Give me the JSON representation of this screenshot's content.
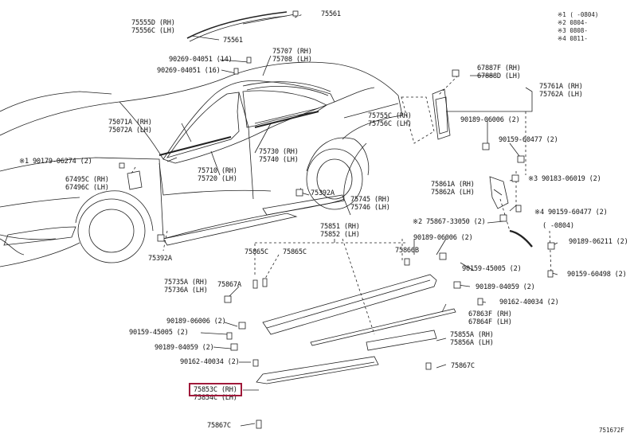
{
  "notes": [
    "※1 (      -0804)",
    "※2 0804-",
    "※3 0808-",
    "※4 0811-"
  ],
  "labels": [
    {
      "id": "75555D",
      "l1": "75555D (RH)",
      "l2": "75556C (LH)"
    },
    {
      "id": "75561a",
      "l1": "75561"
    },
    {
      "id": "75561b",
      "l1": "75561"
    },
    {
      "id": "90269a",
      "l1": "90269-04051 (14)"
    },
    {
      "id": "90269b",
      "l1": "90269-04051 (16)"
    },
    {
      "id": "75707",
      "l1": "75707 (RH)",
      "l2": "75708 (LH)"
    },
    {
      "id": "67887",
      "l1": "67887F (RH)",
      "l2": "67888D (LH)"
    },
    {
      "id": "75761",
      "l1": "75761A (RH)",
      "l2": "75762A (LH)"
    },
    {
      "id": "75755",
      "l1": "75755C (RH)",
      "l2": "75756C (LH)"
    },
    {
      "id": "90189_6006a",
      "l1": "90189-06006 (2)"
    },
    {
      "id": "90159_60477a",
      "l1": "90159-60477 (2)"
    },
    {
      "id": "75071",
      "l1": "75071A (RH)",
      "l2": "75072A (LH)"
    },
    {
      "id": "75730",
      "l1": "75730 (RH)",
      "l2": "75740 (LH)"
    },
    {
      "id": "90179",
      "l1": "※1 90179-06274 (2)"
    },
    {
      "id": "75710",
      "l1": "75710 (RH)",
      "l2": "75720 (LH)"
    },
    {
      "id": "90183",
      "l1": "※3 90183-06019 (2)"
    },
    {
      "id": "67495",
      "l1": "67495C (RH)",
      "l2": "67496C (LH)"
    },
    {
      "id": "75392a",
      "l1": "75392A"
    },
    {
      "id": "75861",
      "l1": "75861A (RH)",
      "l2": "75862A (LH)"
    },
    {
      "id": "75745",
      "l1": "75745 (RH)",
      "l2": "75746 (LH)"
    },
    {
      "id": "90159_60477b",
      "l1": "※4 90159-60477 (2)"
    },
    {
      "id": "75867_33050",
      "l1": "※2 75867-33050 (2)"
    },
    {
      "id": "75851",
      "l1": "75851 (RH)",
      "l2": "75852 (LH)"
    },
    {
      "id": "0804",
      "l1": "(      -0804)"
    },
    {
      "id": "90189_6211",
      "l1": "90189-06211 (2)"
    },
    {
      "id": "75392b",
      "l1": "75392A"
    },
    {
      "id": "90189_6006b",
      "l1": "90189-06006 (2)"
    },
    {
      "id": "75865a",
      "l1": "75865C"
    },
    {
      "id": "75865b",
      "l1": "75865C"
    },
    {
      "id": "75866",
      "l1": "75866B"
    },
    {
      "id": "90159_45005a",
      "l1": "90159-45005 (2)"
    },
    {
      "id": "90159_60498",
      "l1": "90159-60498 (2)"
    },
    {
      "id": "75735",
      "l1": "75735A (RH)",
      "l2": "75736A (LH)"
    },
    {
      "id": "75867a",
      "l1": "75867A"
    },
    {
      "id": "90189_4059a",
      "l1": "90189-04059 (2)"
    },
    {
      "id": "90162a",
      "l1": "90162-40034 (2)"
    },
    {
      "id": "90189_6006c",
      "l1": "90189-06006 (2)"
    },
    {
      "id": "67863",
      "l1": "67863F (RH)",
      "l2": "67864F (LH)"
    },
    {
      "id": "90159_45005b",
      "l1": "90159-45005 (2)"
    },
    {
      "id": "75855",
      "l1": "75855A (RH)",
      "l2": "75856A (LH)"
    },
    {
      "id": "90189_4059b",
      "l1": "90189-04059 (2)"
    },
    {
      "id": "90162b",
      "l1": "90162-40034 (2)"
    },
    {
      "id": "75867c1",
      "l1": "75867C"
    },
    {
      "id": "75853",
      "l1": "75853C (RH)",
      "l2": "75854C (LH)"
    },
    {
      "id": "75867c2",
      "l1": "75867C"
    }
  ],
  "ref_code": "751672F",
  "highlight_part": "75853C"
}
